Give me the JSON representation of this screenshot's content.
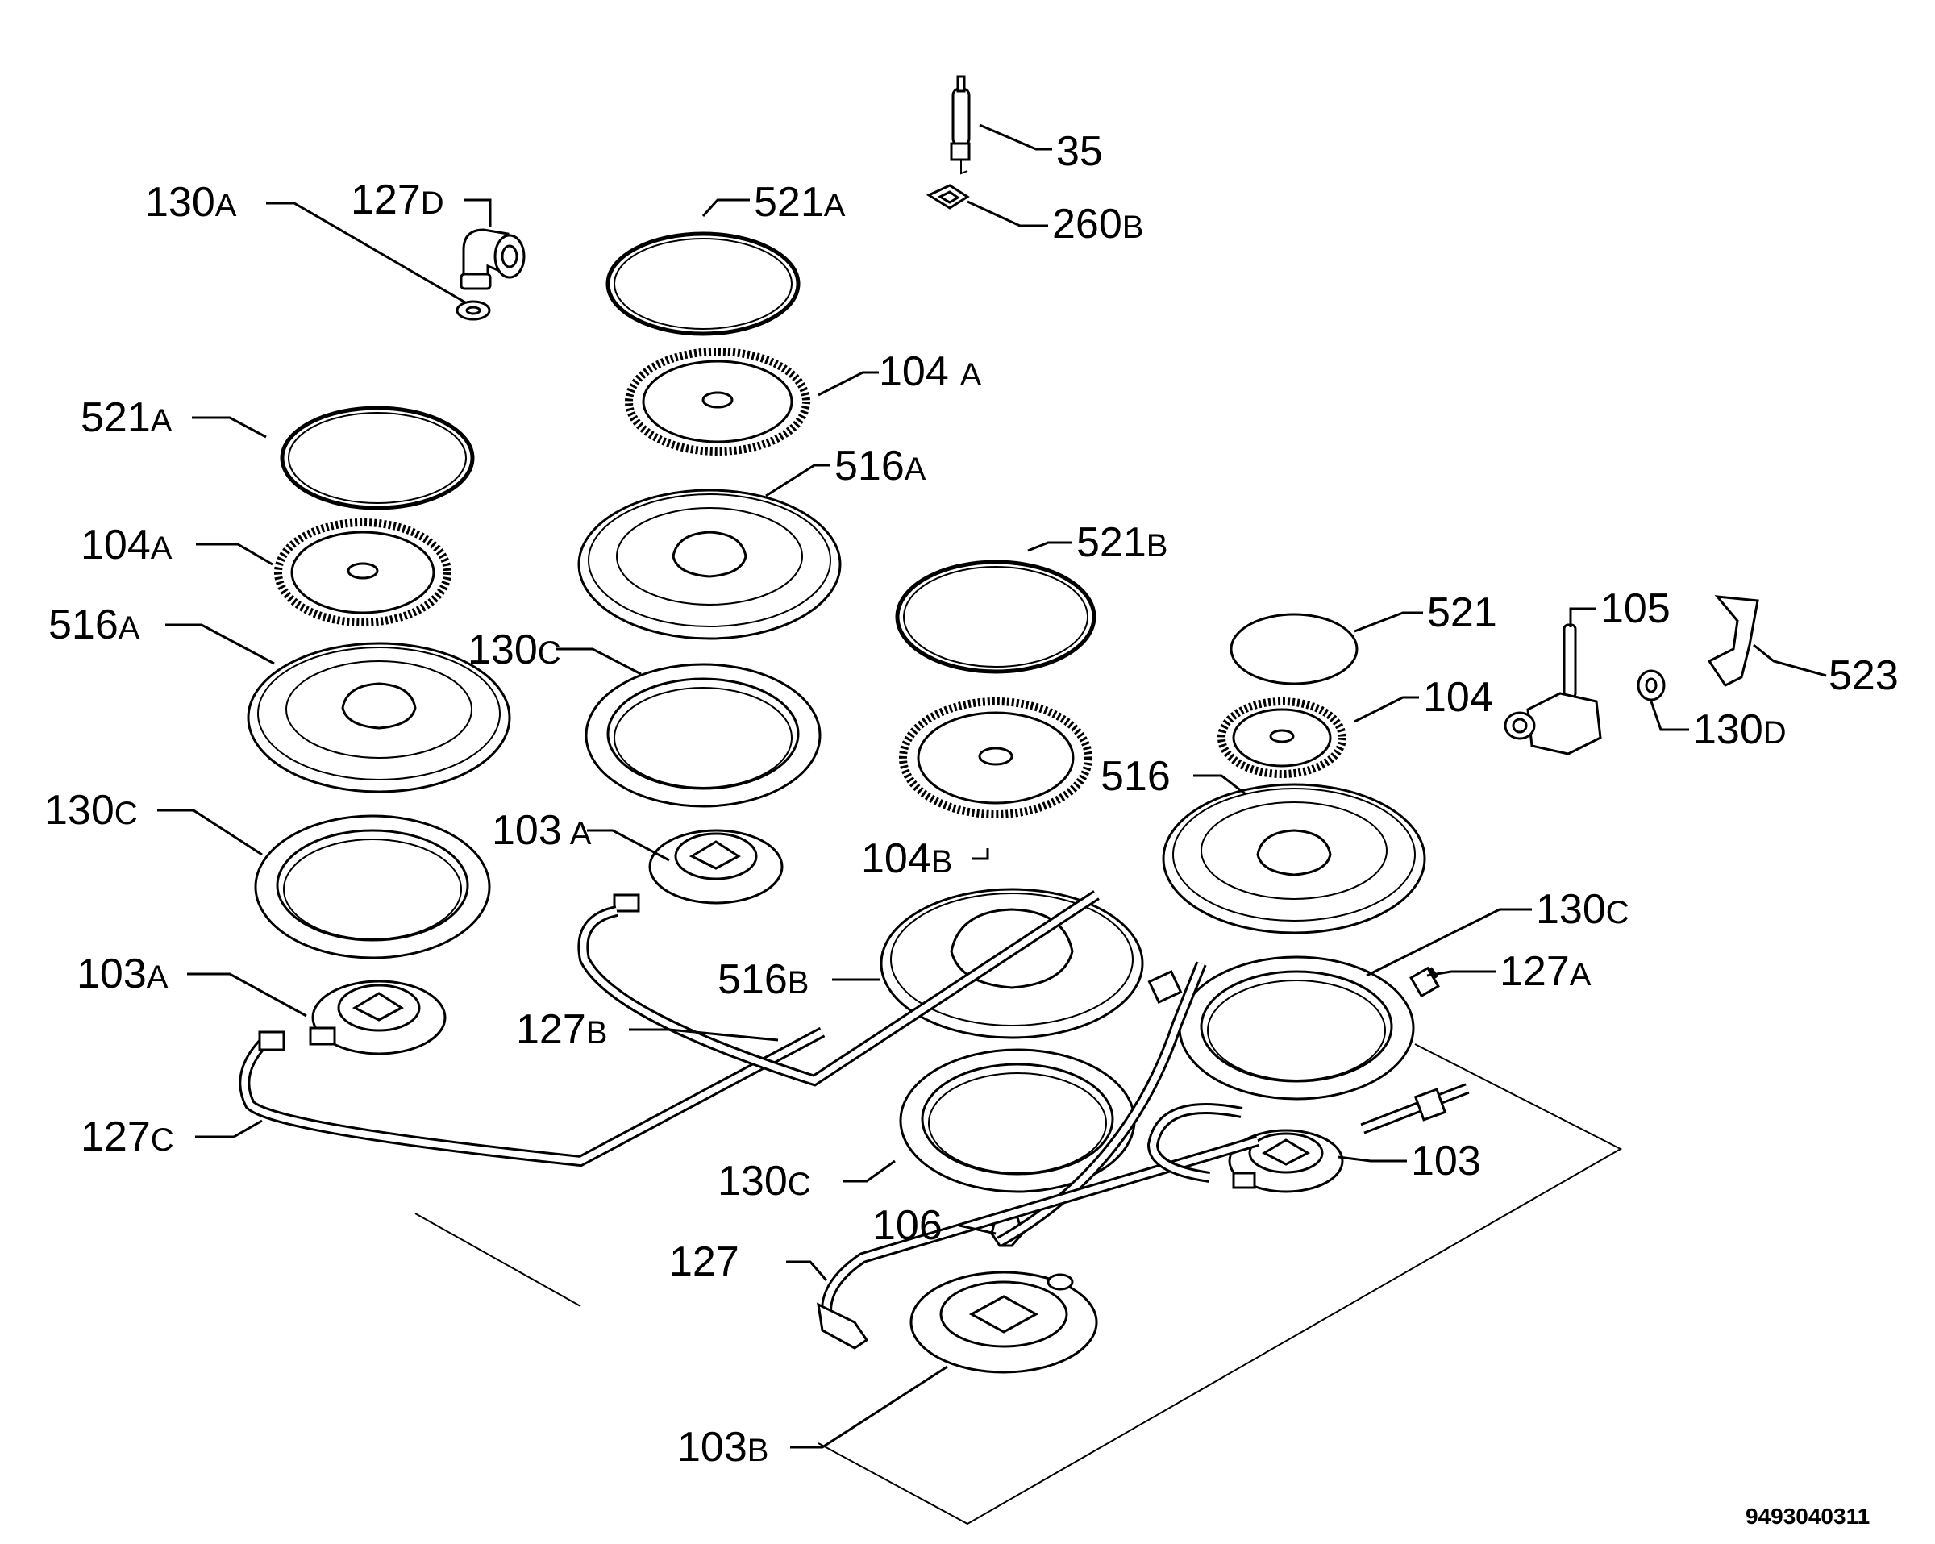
{
  "labels": {
    "l130A_top": {
      "num": "130",
      "suffix": "A"
    },
    "l127D": {
      "num": "127",
      "suffix": "D"
    },
    "l35": {
      "num": "35",
      "suffix": ""
    },
    "l260B": {
      "num": "260",
      "suffix": "B"
    },
    "l521A_mid": {
      "num": "521",
      "suffix": "A"
    },
    "l104A_mid": {
      "num": "104",
      "suffix": "A"
    },
    "l516A_mid": {
      "num": "516",
      "suffix": "A"
    },
    "l521A_left": {
      "num": "521",
      "suffix": "A"
    },
    "l104A_left": {
      "num": "104",
      "suffix": "A"
    },
    "l516A_left": {
      "num": "516",
      "suffix": "A"
    },
    "l130C_mid": {
      "num": "130",
      "suffix": "C"
    },
    "l130C_left": {
      "num": "130",
      "suffix": "C"
    },
    "l103A_mid": {
      "num": "103",
      "suffix": "A"
    },
    "l103A_left": {
      "num": "103",
      "suffix": "A"
    },
    "l127B": {
      "num": "127",
      "suffix": "B"
    },
    "l127C": {
      "num": "127",
      "suffix": "C"
    },
    "l521B": {
      "num": "521",
      "suffix": "B"
    },
    "l104B": {
      "num": "104",
      "suffix": "B"
    },
    "l516B": {
      "num": "516",
      "suffix": "B"
    },
    "l521": {
      "num": "521",
      "suffix": ""
    },
    "l105": {
      "num": "105",
      "suffix": ""
    },
    "l523": {
      "num": "523",
      "suffix": ""
    },
    "l104": {
      "num": "104",
      "suffix": ""
    },
    "l130D": {
      "num": "130",
      "suffix": "D"
    },
    "l516": {
      "num": "516",
      "suffix": ""
    },
    "l130C_right": {
      "num": "130",
      "suffix": "C"
    },
    "l127A": {
      "num": "127",
      "suffix": "A"
    },
    "l103": {
      "num": "103",
      "suffix": ""
    },
    "l130C_bottom": {
      "num": "130",
      "suffix": "C"
    },
    "l106": {
      "num": "106",
      "suffix": ""
    },
    "l127": {
      "num": "127",
      "suffix": ""
    },
    "l103B": {
      "num": "103",
      "suffix": "B"
    }
  },
  "drawing_code": "9493040311"
}
